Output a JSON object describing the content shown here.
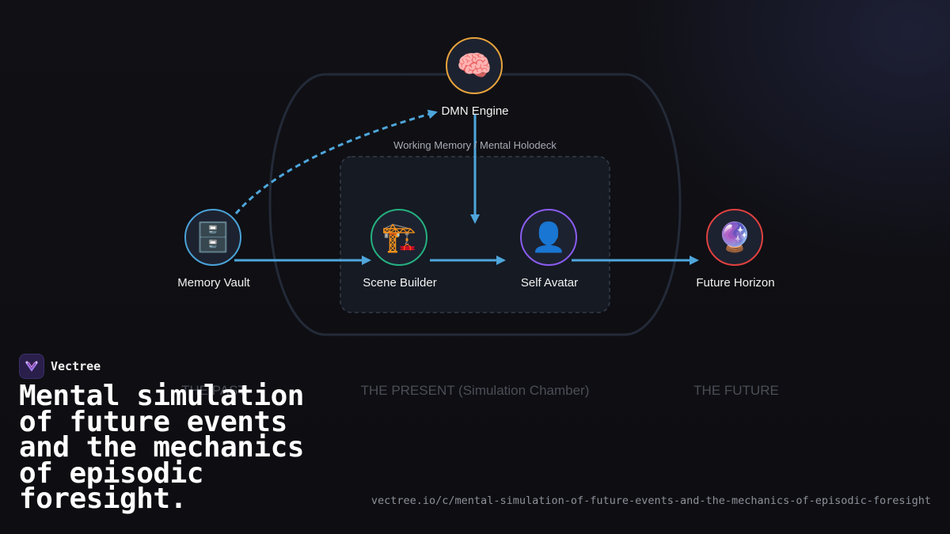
{
  "diagram": {
    "nodes": [
      {
        "id": "dmn",
        "label": "DMN Engine",
        "icon": "brain-icon",
        "glyph": "🧠",
        "color": "#e8a33b"
      },
      {
        "id": "vault",
        "label": "Memory Vault",
        "icon": "file-cabinet-icon",
        "glyph": "🗄️",
        "color": "#4aa3d8"
      },
      {
        "id": "scene",
        "label": "Scene Builder",
        "icon": "crane-icon",
        "glyph": "🏗️",
        "color": "#25b07f"
      },
      {
        "id": "avatar",
        "label": "Self Avatar",
        "icon": "person-silhouette-icon",
        "glyph": "👤",
        "color": "#8a5cf0"
      },
      {
        "id": "future",
        "label": "Future Horizon",
        "icon": "crystal-ball-icon",
        "glyph": "🔮",
        "color": "#e0413f"
      }
    ],
    "holodeck_label": "Working Memory / Mental Holodeck",
    "time_labels": {
      "past": "THE PAST",
      "present": "THE PRESENT (Simulation Chamber)",
      "future": "THE FUTURE"
    },
    "edge_color": "#4ea6db",
    "edges": [
      {
        "from": "vault",
        "to": "scene",
        "style": "solid"
      },
      {
        "from": "scene",
        "to": "avatar",
        "style": "solid"
      },
      {
        "from": "avatar",
        "to": "future",
        "style": "solid"
      },
      {
        "from": "dmn",
        "to": "avatar",
        "style": "solid"
      },
      {
        "from": "vault",
        "to": "dmn",
        "style": "dashed"
      }
    ]
  },
  "branding": {
    "name": "Vectree",
    "headline": "Mental simulation of future events and the mechanics of episodic foresight.",
    "url": "vectree.io/c/mental-simulation-of-future-events-and-the-mechanics-of-episodic-foresight",
    "accent": "#8a5cf0"
  }
}
